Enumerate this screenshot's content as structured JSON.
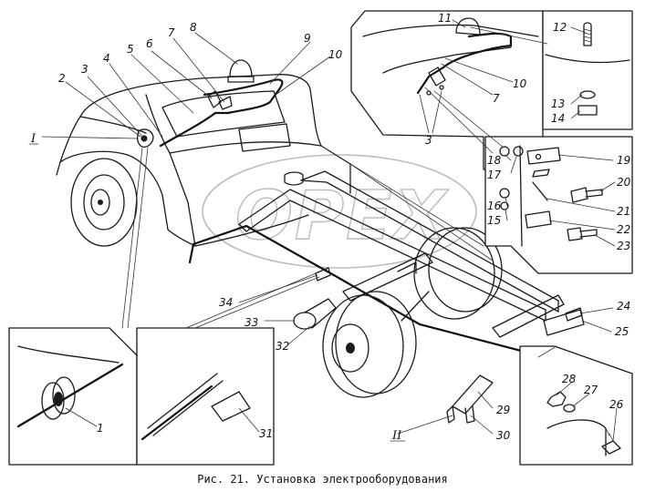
{
  "caption": "Рис. 21. Установка электрооборудования",
  "watermark": "OPEX",
  "callouts": {
    "c1": "1",
    "c2": "2",
    "c3": "3",
    "c4": "4",
    "c5": "5",
    "c6": "6",
    "c7": "7",
    "c8": "8",
    "c9": "9",
    "c10": "10",
    "c11": "11",
    "c12": "12",
    "c13": "13",
    "c14": "14",
    "c15": "15",
    "c16": "16",
    "c17": "17",
    "c18": "18",
    "c19": "19",
    "c20": "20",
    "c21": "21",
    "c22": "22",
    "c23": "23",
    "c24": "24",
    "c25": "25",
    "c26": "26",
    "c27": "27",
    "c28": "28",
    "c29": "29",
    "c30": "30",
    "c31": "31",
    "c32": "32",
    "c33": "33",
    "c34": "34",
    "c3b": "3",
    "c7b": "7",
    "c10b": "10"
  },
  "views": {
    "view_i": "I",
    "view_ii": "II"
  }
}
